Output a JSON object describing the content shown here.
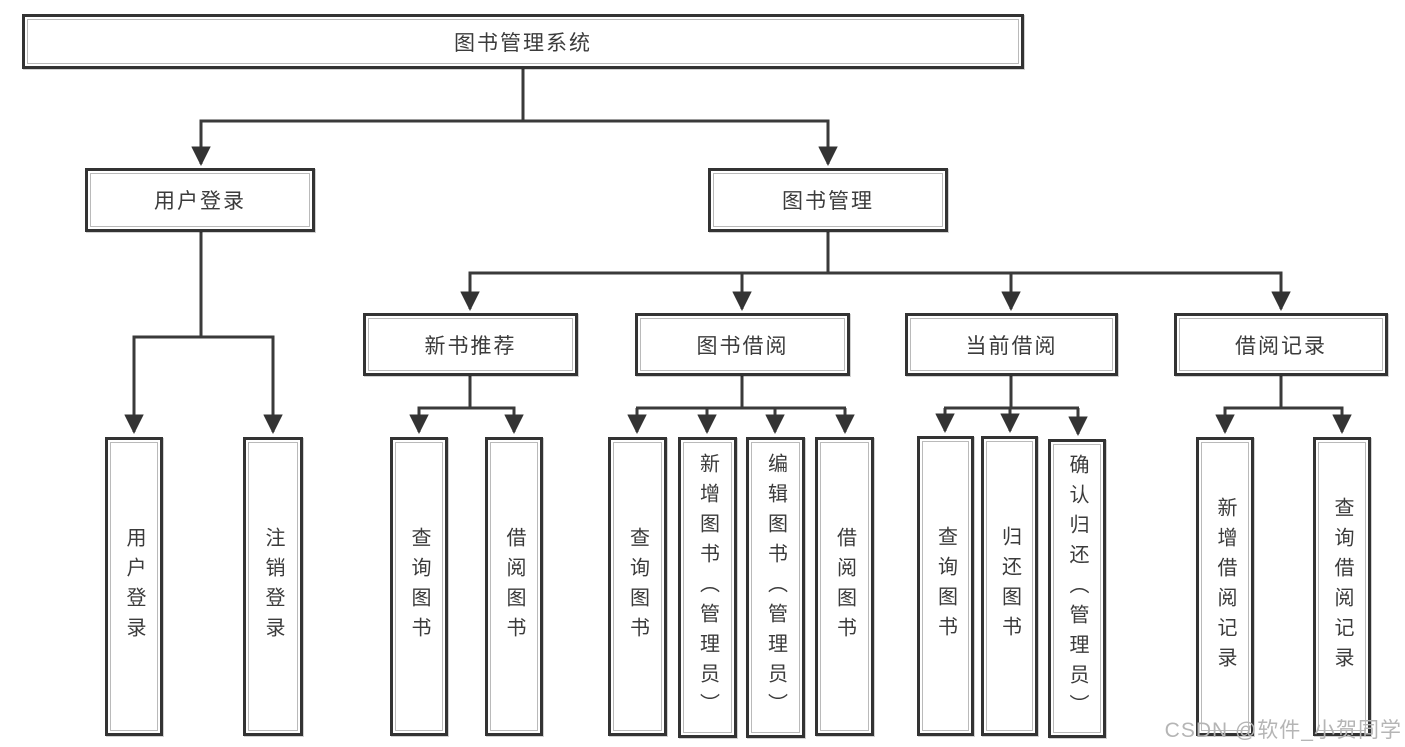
{
  "diagram": {
    "title": "图书管理系统",
    "modules": {
      "user_login": {
        "label": "用户登录",
        "children": [
          "用户登录",
          "注销登录"
        ]
      },
      "book_management": {
        "label": "图书管理"
      }
    },
    "sections": {
      "new_book": {
        "label": "新书推荐",
        "children": [
          "查询图书",
          "借阅图书"
        ]
      },
      "book_borrow": {
        "label": "图书借阅",
        "children": [
          "查询图书",
          "新增图书（管理员）",
          "编辑图书（管理员）",
          "借阅图书"
        ]
      },
      "current_borrow": {
        "label": "当前借阅",
        "children": [
          "查询图书",
          "归还图书",
          "确认归还（管理员）"
        ]
      },
      "borrow_record": {
        "label": "借阅记录",
        "children": [
          "新增借阅记录",
          "查询借阅记录"
        ]
      }
    }
  },
  "watermark": "CSDN @软件_小贺同学",
  "colors": {
    "line": "#3a3a3a",
    "arrow": "#333333",
    "box_border": "#333333",
    "text": "#3b3b3b",
    "watermark": "#b5b5b5",
    "background": "#ffffff"
  }
}
